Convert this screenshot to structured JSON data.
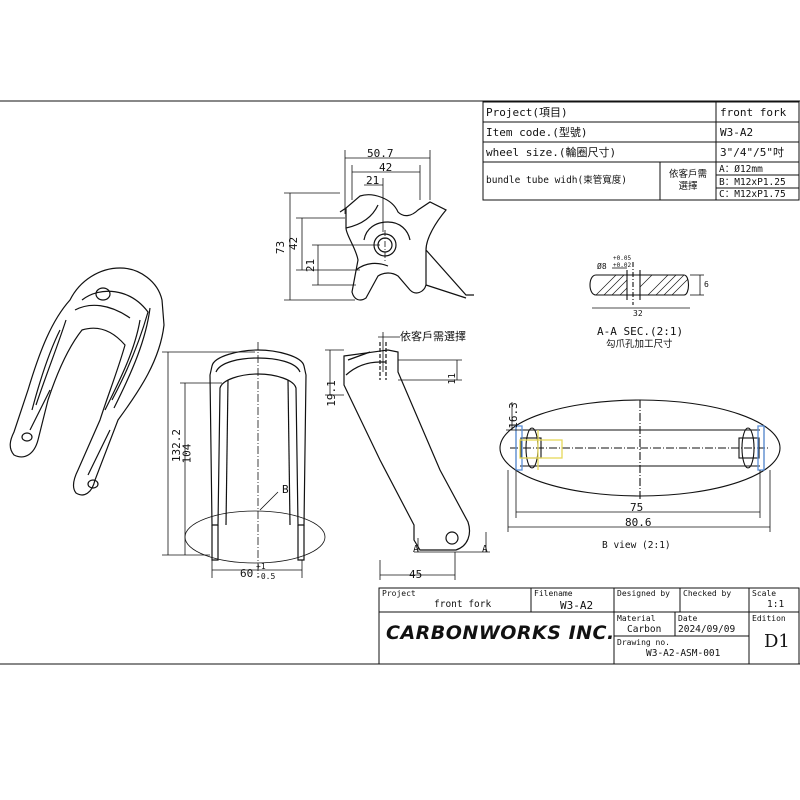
{
  "spec_table": {
    "rows": [
      {
        "label": "Project(項目)",
        "value": "front fork"
      },
      {
        "label": "Item code.(型號)",
        "value": "W3-A2"
      },
      {
        "label": "wheel size.(輪圈尺寸)",
        "value": "3\"/4\"/5\"吋"
      },
      {
        "label": "bundle tube widh(束管寬度)",
        "note": "依客戶需選擇",
        "options": [
          "A：Ø12mm",
          "B：M12xP1.25",
          "C：M12xP1.75"
        ]
      }
    ]
  },
  "dimensions": {
    "top_view": {
      "w1": "50.7",
      "w2": "42",
      "w3": "21",
      "h1": "73",
      "h2": "42",
      "h3": "21"
    },
    "front_view": {
      "h1": "132.2",
      "h2": "104",
      "w": "60",
      "tol_upper": "+1",
      "tol_lower": "-0.5",
      "detail_tag": "B"
    },
    "side_view": {
      "h": "19.1",
      "h2": "11",
      "w": "45",
      "note": "依客戶需選擇",
      "section_tag": "A"
    },
    "section_aa": {
      "dia": "Ø8",
      "tol_upper": "+0.05",
      "tol_lower": "+0.02",
      "thk": "6",
      "len": "32",
      "title": "A-A SEC.(2:1)",
      "subtitle": "勾爪孔加工尺寸"
    },
    "b_view": {
      "h": "16.3",
      "w1": "75",
      "w2": "80.6",
      "title": "B view (2:1)"
    }
  },
  "title_block": {
    "project_label": "Project",
    "project": "front fork",
    "filename_label": "Filename",
    "filename": "W3-A2",
    "designed_label": "Designed by",
    "checked_label": "Checked by",
    "scale_label": "Scale",
    "scale": "1:1",
    "material_label": "Material",
    "material": "Carbon",
    "date_label": "Date",
    "date": "2024/09/09",
    "drawing_label": "Drawing no.",
    "drawing_no": "W3-A2-ASM-001",
    "edition_label": "Edition",
    "edition": "D1",
    "company": "CARBONWORKS INC."
  },
  "colors": {
    "line": "#111111",
    "highlight_yellow": "#e6d85a",
    "highlight_blue": "#5a8fd8"
  }
}
